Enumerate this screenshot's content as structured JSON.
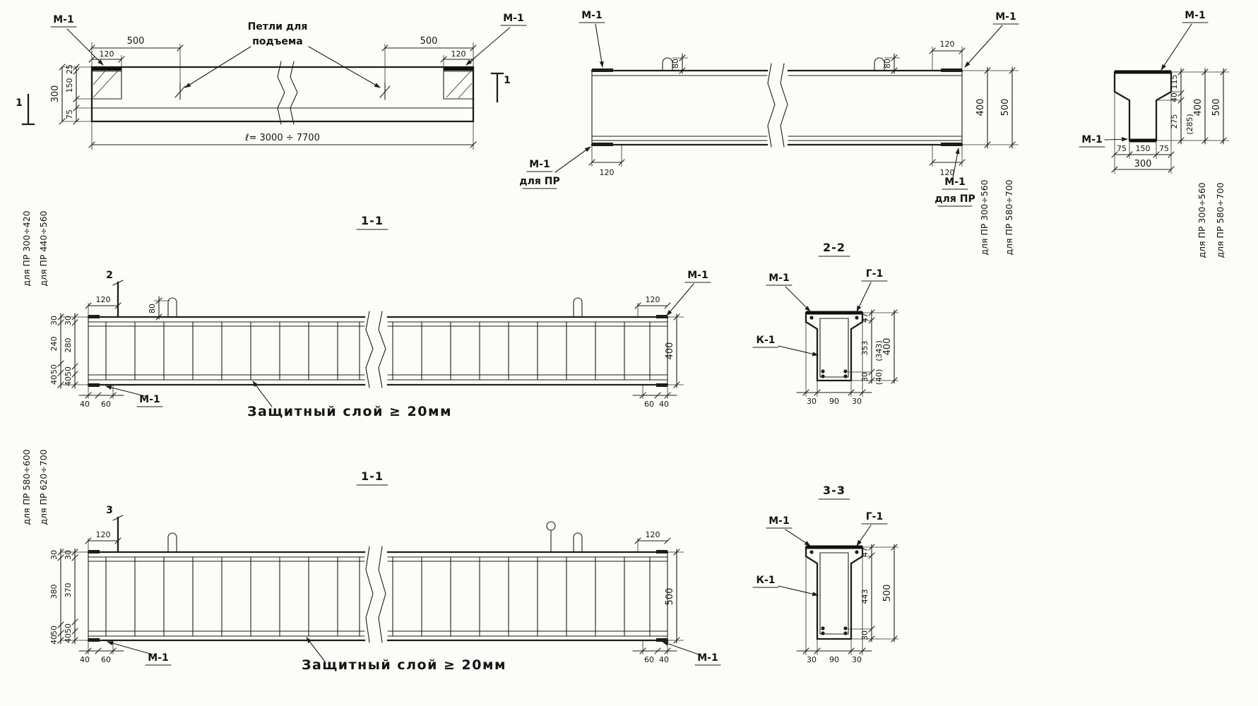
{
  "common": {
    "m1": "М-1",
    "g1": "Г-1",
    "k1": "К-1",
    "dlya_pr": "для ПР",
    "protective_layer": "Защитный слой ≥ 20мм",
    "range_300_560": "для ПР 300÷560",
    "range_580_700": "для ПР 580÷700"
  },
  "plan_view": {
    "section_mark": "1",
    "dim_500": "500",
    "dim_120": "120",
    "loops_line1": "Петли для",
    "loops_line2": "подъема",
    "dim_25": "25",
    "dim_150": "150",
    "dim_75": "75",
    "dim_300": "300",
    "length_label": "ℓ= 3000 ÷ 7700"
  },
  "elevation_view": {
    "dim_80": "80",
    "dim_120": "120",
    "dim_400": "400",
    "dim_500": "500"
  },
  "end_section_view": {
    "dim_115": "115",
    "dim_40": "40",
    "dim_275": "275",
    "dim_285": "(285)",
    "dim_400": "400",
    "dim_500": "500",
    "dim_75": "75",
    "dim_150": "150",
    "dim_300": "300"
  },
  "section_1_1_mid": {
    "title": "1-1",
    "mark": "2",
    "range_outer": "для ПР 300÷420",
    "range_inner": "для ПР 440÷560",
    "dim_120": "120",
    "dim_80": "80",
    "dim_400": "400",
    "dims_outer": [
      "30",
      "240",
      "50",
      "40"
    ],
    "dims_inner": [
      "30",
      "280",
      "50",
      "40"
    ],
    "dims_bottom_left": [
      "40",
      "60"
    ],
    "dims_bottom_right": [
      "60",
      "40"
    ]
  },
  "section_2_2": {
    "title": "2-2",
    "dim_47": "47",
    "dim_353": "353",
    "dim_343": "(343)",
    "dim_400": "400",
    "dim_30": "30",
    "dim_40": "(40)",
    "dims_bottom": [
      "30",
      "90",
      "30"
    ]
  },
  "section_1_1_bot": {
    "title": "1-1",
    "mark": "3",
    "range_outer": "для ПР 580÷600",
    "range_inner": "для ПР 620÷700",
    "dim_120": "120",
    "dim_500": "500",
    "dims_outer": [
      "30",
      "380",
      "50",
      "40"
    ],
    "dims_inner": [
      "30",
      "370",
      "50",
      "40"
    ],
    "dims_bottom_left": [
      "40",
      "60"
    ],
    "dims_bottom_right": [
      "60",
      "40"
    ]
  },
  "section_3_3": {
    "title": "3-3",
    "dim_47": "47",
    "dim_443": "443",
    "dim_500": "500",
    "dim_30": "30",
    "dims_bottom": [
      "30",
      "90",
      "30"
    ]
  }
}
